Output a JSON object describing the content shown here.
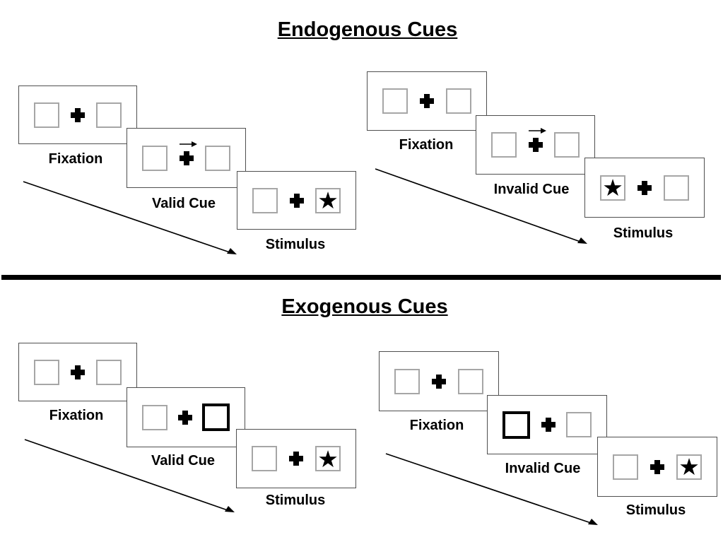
{
  "glyphs": {
    "star": "★"
  },
  "colors": {
    "panel_border": "#4f4f4f",
    "placeholder_box_border": "#a6a6a6",
    "cue_box_border": "#000000",
    "ink": "#000000"
  },
  "sections": [
    {
      "id": "endogenous",
      "title": "Endogenous Cues",
      "cue_style": "central-arrow",
      "trials": [
        {
          "id": "valid",
          "cue_arrow_direction": "right",
          "star_side": "right",
          "steps": [
            {
              "label": "Fixation",
              "type": "fixation"
            },
            {
              "label": "Valid Cue",
              "type": "endogenous-cue",
              "cue_arrow_direction": "right"
            },
            {
              "label": "Stimulus",
              "type": "stimulus",
              "star_side": "right"
            }
          ]
        },
        {
          "id": "invalid",
          "cue_arrow_direction": "right",
          "star_side": "left",
          "steps": [
            {
              "label": "Fixation",
              "type": "fixation"
            },
            {
              "label": "Invalid Cue",
              "type": "endogenous-cue",
              "cue_arrow_direction": "right"
            },
            {
              "label": "Stimulus",
              "type": "stimulus",
              "star_side": "left"
            }
          ]
        }
      ]
    },
    {
      "id": "exogenous",
      "title": "Exogenous Cues",
      "cue_style": "peripheral-box-highlight",
      "trials": [
        {
          "id": "valid",
          "highlighted_box_side": "right",
          "star_side": "right",
          "steps": [
            {
              "label": "Fixation",
              "type": "fixation"
            },
            {
              "label": "Valid Cue",
              "type": "exogenous-cue",
              "highlighted_box_side": "right"
            },
            {
              "label": "Stimulus",
              "type": "stimulus",
              "star_side": "right"
            }
          ]
        },
        {
          "id": "invalid",
          "highlighted_box_side": "left",
          "star_side": "right",
          "steps": [
            {
              "label": "Fixation",
              "type": "fixation"
            },
            {
              "label": "Invalid Cue",
              "type": "exogenous-cue",
              "highlighted_box_side": "left"
            },
            {
              "label": "Stimulus",
              "type": "stimulus",
              "star_side": "right"
            }
          ]
        }
      ]
    }
  ]
}
